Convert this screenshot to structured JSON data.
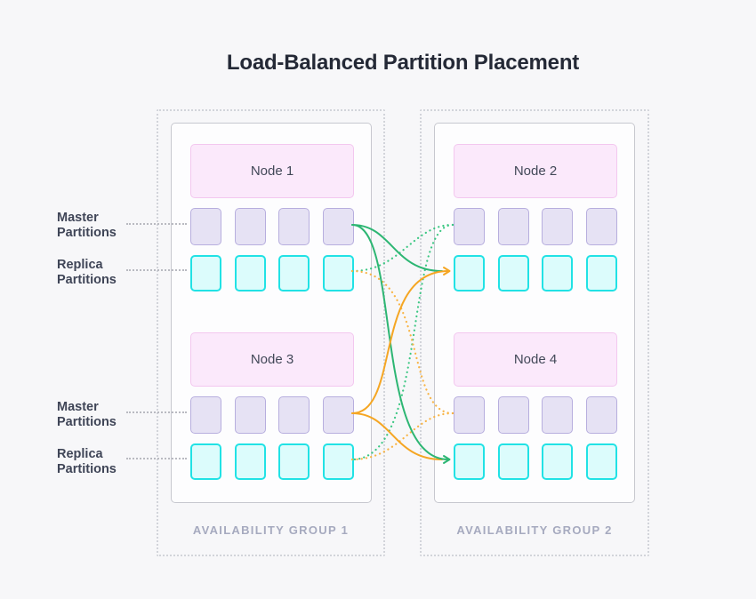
{
  "title": "Load-Balanced Partition Placement",
  "groups": [
    {
      "label": "AVAILABILITY GROUP 1",
      "nodes": [
        {
          "name": "Node 1"
        },
        {
          "name": "Node 3"
        }
      ]
    },
    {
      "label": "AVAILABILITY GROUP 2",
      "nodes": [
        {
          "name": "Node 2"
        },
        {
          "name": "Node 4"
        }
      ]
    }
  ],
  "side_labels": [
    {
      "line1": "Master",
      "line2": "Partitions"
    },
    {
      "line1": "Replica",
      "line2": "Partitions"
    },
    {
      "line1": "Master",
      "line2": "Partitions"
    },
    {
      "line1": "Replica",
      "line2": "Partitions"
    }
  ],
  "partitions_per_row": 4,
  "colors": {
    "green": "#2db673",
    "orange": "#f5a623",
    "green_dotted": "#3cc783",
    "orange_dotted": "#f8b445",
    "node_fill": "#fbe9fb",
    "node_border": "#f3c7ef",
    "master_fill": "#e6e2f4",
    "master_border": "#b7aede",
    "replica_fill": "#dcfcfc",
    "replica_border": "#21e2e5"
  },
  "connections": [
    {
      "from": "node1-master",
      "to": "node2-replica",
      "style": "solid",
      "color": "green",
      "arrow": false
    },
    {
      "from": "node1-master",
      "to": "node4-replica",
      "style": "solid",
      "color": "green",
      "arrow": true
    },
    {
      "from": "node3-master",
      "to": "node2-replica",
      "style": "solid",
      "color": "orange",
      "arrow": true
    },
    {
      "from": "node3-master",
      "to": "node4-replica",
      "style": "solid",
      "color": "orange",
      "arrow": false
    },
    {
      "from": "node2-master",
      "to": "node1-replica",
      "style": "dotted",
      "color": "green",
      "arrow": false
    },
    {
      "from": "node2-master",
      "to": "node3-replica",
      "style": "dotted",
      "color": "green",
      "arrow": false
    },
    {
      "from": "node4-master",
      "to": "node1-replica",
      "style": "dotted",
      "color": "orange",
      "arrow": false
    },
    {
      "from": "node4-master",
      "to": "node3-replica",
      "style": "dotted",
      "color": "orange",
      "arrow": false
    }
  ]
}
